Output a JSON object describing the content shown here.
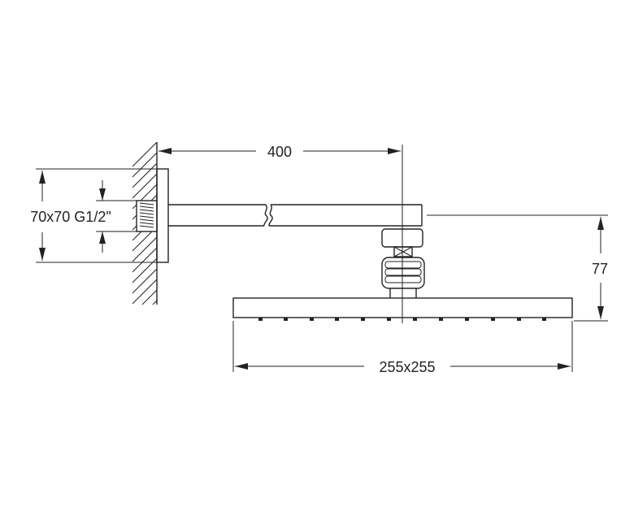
{
  "dimensions": {
    "arm_length": "400",
    "flange_and_thread": "70x70 G1/2\"",
    "drop_height": "77",
    "head_size": "255x255"
  },
  "colors": {
    "line": "#222222",
    "background": "#ffffff"
  }
}
